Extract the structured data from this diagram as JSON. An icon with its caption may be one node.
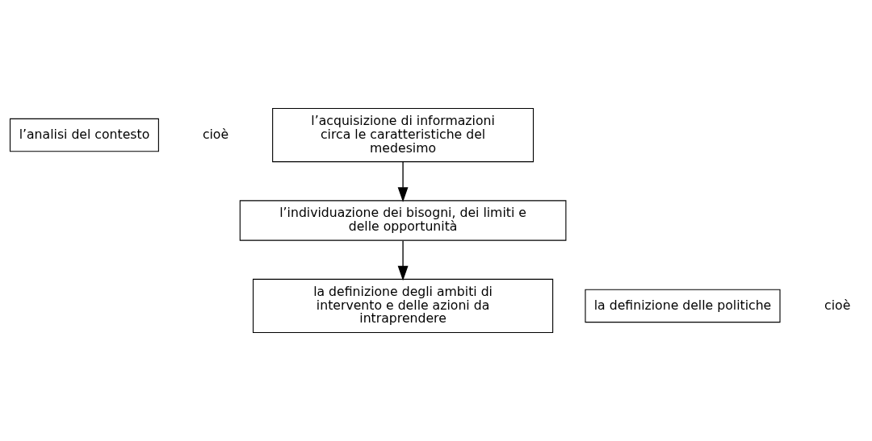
{
  "diagram": {
    "nodes": [
      {
        "text": [
          "l’analisi del contesto"
        ]
      },
      {
        "text": [
          "l’acquisizione di informazioni circa le caratteristiche del medesimo"
        ]
      },
      {
        "text": [
          "l’individuazione dei bisogni, dei limiti e delle opportunità"
        ]
      },
      {
        "text": [
          "la definizione delle politiche"
        ]
      },
      {
        "text": [
          "la definizione degli ambiti di intervento e delle azioni da intraprendere"
        ]
      }
    ],
    "edges": [
      {
        "from": 1,
        "to": 2,
        "arrow": "to"
      },
      {
        "from": 2,
        "to": 4,
        "arrow": "to"
      }
    ],
    "labels": [
      "cioè",
      "cioè"
    ]
  }
}
